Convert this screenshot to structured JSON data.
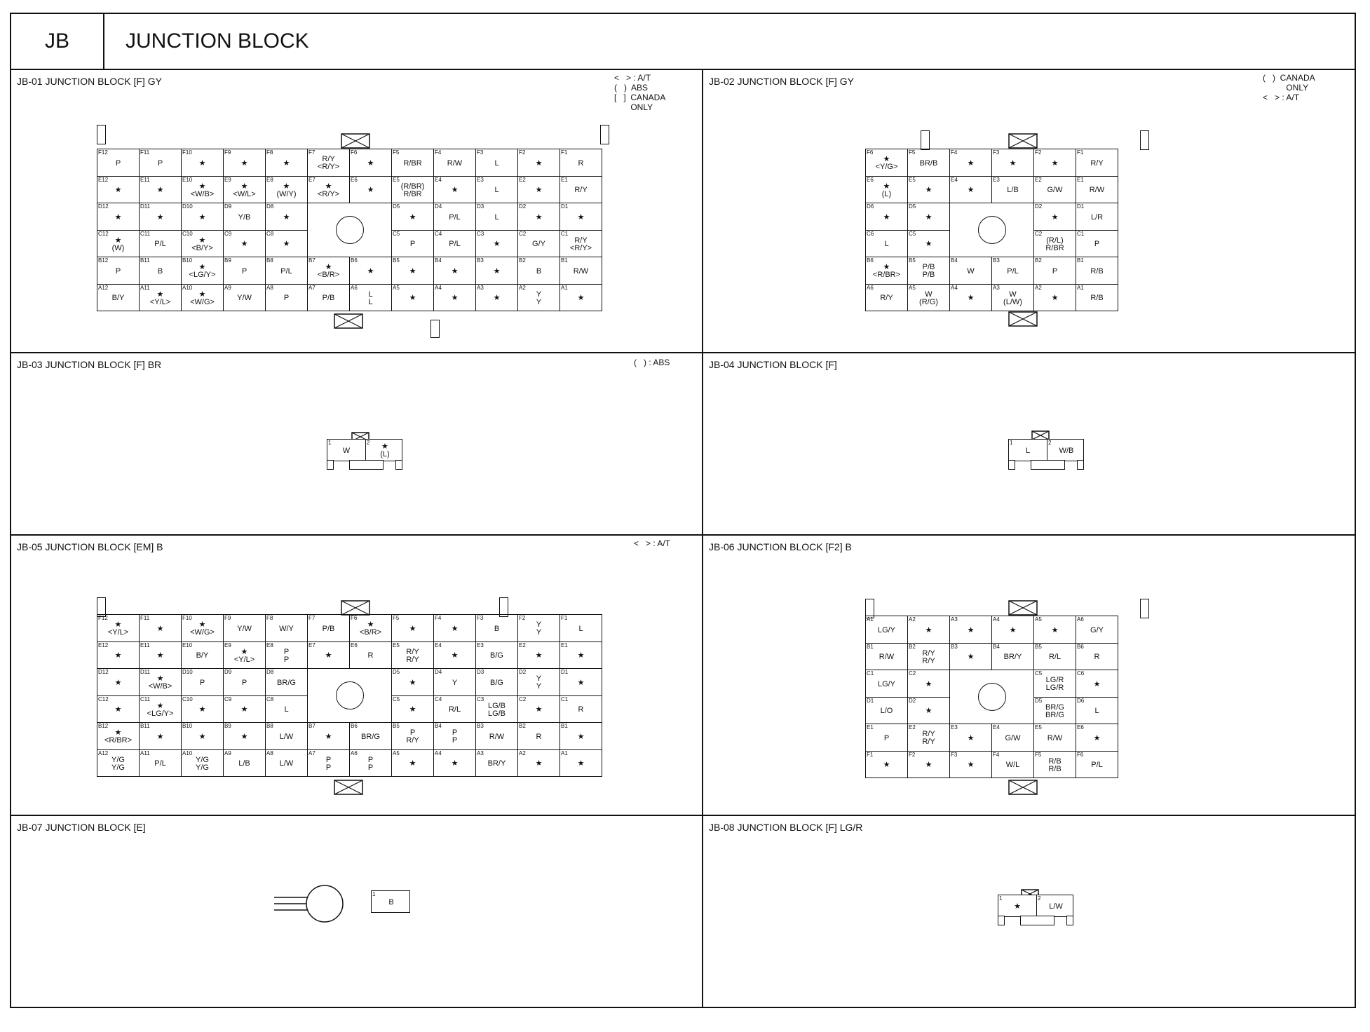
{
  "header": {
    "code": "JB",
    "title": "JUNCTION BLOCK"
  },
  "panels": [
    {
      "id": "jb01",
      "title": "JB-01 JUNCTION BLOCK [F] GY",
      "legend": "<   > : A/T\n(   )  ABS\n[   ]  CANADA\n       ONLY",
      "rows": [
        [
          [
            "F12",
            "P"
          ],
          [
            "F11",
            "P"
          ],
          [
            "F10",
            "★"
          ],
          [
            "F9",
            "★"
          ],
          [
            "F8",
            "★"
          ],
          [
            "F7",
            "R/Y\n<R/Y>"
          ],
          [
            "F6",
            "★"
          ],
          [
            "F5",
            "R/BR"
          ],
          [
            "F4",
            "R/W"
          ],
          [
            "F3",
            "L"
          ],
          [
            "F2",
            "★"
          ],
          [
            "F1",
            "R"
          ]
        ],
        [
          [
            "E12",
            "★"
          ],
          [
            "E11",
            "★"
          ],
          [
            "E10",
            "★\n<W/B>"
          ],
          [
            "E9",
            "★\n<W/L>"
          ],
          [
            "E8",
            "★\n(W/Y)"
          ],
          [
            "E7",
            "★\n<R/Y>"
          ],
          [
            "E6",
            "★"
          ],
          [
            "E5",
            "(R/BR)\nR/BR"
          ],
          [
            "E4",
            "★"
          ],
          [
            "E3",
            "L"
          ],
          [
            "E2",
            "★"
          ],
          [
            "E1",
            "R/Y"
          ]
        ],
        [
          [
            "D12",
            "★"
          ],
          [
            "D11",
            "★"
          ],
          [
            "D10",
            "★"
          ],
          [
            "D9",
            "Y/B"
          ],
          [
            "D8",
            "★"
          ],
          null,
          null,
          [
            "D5",
            "★"
          ],
          [
            "D4",
            "P/L"
          ],
          [
            "D3",
            "L"
          ],
          [
            "D2",
            "★"
          ],
          [
            "D1",
            "★"
          ]
        ],
        [
          [
            "C12",
            "★\n(W)"
          ],
          [
            "C11",
            "P/L"
          ],
          [
            "C10",
            "★\n<B/Y>"
          ],
          [
            "C9",
            "★"
          ],
          [
            "C8",
            "★"
          ],
          null,
          null,
          [
            "C5",
            "P"
          ],
          [
            "C4",
            "P/L"
          ],
          [
            "C3",
            "★"
          ],
          [
            "C2",
            "G/Y"
          ],
          [
            "C1",
            "R/Y\n<R/Y>"
          ]
        ],
        [
          [
            "B12",
            "P"
          ],
          [
            "B11",
            "B"
          ],
          [
            "B10",
            "★\n<LG/Y>"
          ],
          [
            "B9",
            "P"
          ],
          [
            "B8",
            "P/L"
          ],
          [
            "B7",
            "★\n<B/R>"
          ],
          [
            "B6",
            "★"
          ],
          [
            "B5",
            "★"
          ],
          [
            "B4",
            "★"
          ],
          [
            "B3",
            "★"
          ],
          [
            "B2",
            "B"
          ],
          [
            "B1",
            "R/W"
          ]
        ],
        [
          [
            "A12",
            "B/Y"
          ],
          [
            "A11",
            "★\n<Y/L>"
          ],
          [
            "A10",
            "★\n<W/G>"
          ],
          [
            "A9",
            "Y/W"
          ],
          [
            "A8",
            "P"
          ],
          [
            "A7",
            "P/B"
          ],
          [
            "A6",
            "L\nL"
          ],
          [
            "A5",
            "★"
          ],
          [
            "A4",
            "★"
          ],
          [
            "A3",
            "★"
          ],
          [
            "A2",
            "Y\nY"
          ],
          [
            "A1",
            "★"
          ]
        ]
      ]
    },
    {
      "id": "jb02",
      "title": "JB-02 JUNCTION BLOCK [F] GY",
      "legend": "(   )  CANADA\n          ONLY\n<   > : A/T",
      "rows": [
        [
          [
            "F6",
            "★\n<Y/G>"
          ],
          [
            "F5",
            "BR/B"
          ],
          [
            "F4",
            "★"
          ],
          [
            "F3",
            "★"
          ],
          [
            "F2",
            "★"
          ],
          [
            "F1",
            "R/Y"
          ]
        ],
        [
          [
            "E6",
            "★\n(L)"
          ],
          [
            "E5",
            "★"
          ],
          [
            "E4",
            "★"
          ],
          [
            "E3",
            "L/B"
          ],
          [
            "E2",
            "G/W"
          ],
          [
            "E1",
            "R/W"
          ]
        ],
        [
          [
            "D6",
            "★"
          ],
          [
            "D5",
            "★"
          ],
          null,
          null,
          [
            "D2",
            "★"
          ],
          [
            "D1",
            "L/R"
          ]
        ],
        [
          [
            "C6",
            "L"
          ],
          [
            "C5",
            "★"
          ],
          null,
          null,
          [
            "C2",
            "(R/L)\nR/BR"
          ],
          [
            "C1",
            "P"
          ]
        ],
        [
          [
            "B6",
            "★\n<R/BR>"
          ],
          [
            "B5",
            "P/B\nP/B"
          ],
          [
            "B4",
            "W"
          ],
          [
            "B3",
            "P/L"
          ],
          [
            "B2",
            "P"
          ],
          [
            "B1",
            "R/B"
          ]
        ],
        [
          [
            "A6",
            "R/Y"
          ],
          [
            "A5",
            "W\n(R/G)"
          ],
          [
            "A4",
            "★"
          ],
          [
            "A3",
            "W\n(L/W)"
          ],
          [
            "A2",
            "★"
          ],
          [
            "A1",
            "R/B"
          ]
        ]
      ]
    },
    {
      "id": "jb03",
      "title": "JB-03 JUNCTION BLOCK [F] BR",
      "legend": "(   ) : ABS",
      "pins": [
        [
          "1",
          "W"
        ],
        [
          "2",
          "★\n(L)"
        ]
      ]
    },
    {
      "id": "jb04",
      "title": "JB-04 JUNCTION BLOCK [F]",
      "legend": "",
      "pins": [
        [
          "1",
          "L"
        ],
        [
          "2",
          "W/B"
        ]
      ]
    },
    {
      "id": "jb05",
      "title": "JB-05 JUNCTION BLOCK [EM] B",
      "legend": "<   > : A/T",
      "rows": [
        [
          [
            "F12",
            "★\n<Y/L>"
          ],
          [
            "F11",
            "★"
          ],
          [
            "F10",
            "★\n<W/G>"
          ],
          [
            "F9",
            "Y/W"
          ],
          [
            "F8",
            "W/Y"
          ],
          [
            "F7",
            "P/B"
          ],
          [
            "F6",
            "★\n<B/R>"
          ],
          [
            "F5",
            "★"
          ],
          [
            "F4",
            "★"
          ],
          [
            "F3",
            "B"
          ],
          [
            "F2",
            "Y\nY"
          ],
          [
            "F1",
            "L"
          ]
        ],
        [
          [
            "E12",
            "★"
          ],
          [
            "E11",
            "★"
          ],
          [
            "E10",
            "B/Y"
          ],
          [
            "E9",
            "★\n<Y/L>"
          ],
          [
            "E8",
            "P\nP"
          ],
          [
            "E7",
            "★"
          ],
          [
            "E6",
            "R"
          ],
          [
            "E5",
            "R/Y\nR/Y"
          ],
          [
            "E4",
            "★"
          ],
          [
            "E3",
            "B/G"
          ],
          [
            "E2",
            "★"
          ],
          [
            "E1",
            "★"
          ]
        ],
        [
          [
            "D12",
            "★"
          ],
          [
            "D11",
            "★\n<W/B>"
          ],
          [
            "D10",
            "P"
          ],
          [
            "D9",
            "P"
          ],
          [
            "D8",
            "BR/G"
          ],
          null,
          null,
          [
            "D5",
            "★"
          ],
          [
            "D4",
            "Y"
          ],
          [
            "D3",
            "B/G"
          ],
          [
            "D2",
            "Y\nY"
          ],
          [
            "D1",
            "★"
          ]
        ],
        [
          [
            "C12",
            "★"
          ],
          [
            "C11",
            "★\n<LG/Y>"
          ],
          [
            "C10",
            "★"
          ],
          [
            "C9",
            "★"
          ],
          [
            "C8",
            "L"
          ],
          null,
          null,
          [
            "C5",
            "★"
          ],
          [
            "C4",
            "R/L"
          ],
          [
            "C3",
            "LG/B\nLG/B"
          ],
          [
            "C2",
            "★"
          ],
          [
            "C1",
            "R"
          ]
        ],
        [
          [
            "B12",
            "★\n<R/BR>"
          ],
          [
            "B11",
            "★"
          ],
          [
            "B10",
            "★"
          ],
          [
            "B9",
            "★"
          ],
          [
            "B8",
            "L/W"
          ],
          [
            "B7",
            "★"
          ],
          [
            "B6",
            "BR/G"
          ],
          [
            "B5",
            "P\nR/Y"
          ],
          [
            "B4",
            "P\nP"
          ],
          [
            "B3",
            "R/W"
          ],
          [
            "B2",
            "R"
          ],
          [
            "B1",
            "★"
          ]
        ],
        [
          [
            "A12",
            "Y/G\nY/G"
          ],
          [
            "A11",
            "P/L"
          ],
          [
            "A10",
            "Y/G\nY/G"
          ],
          [
            "A9",
            "L/B"
          ],
          [
            "A8",
            "L/W"
          ],
          [
            "A7",
            "P\nP"
          ],
          [
            "A6",
            "P\nP"
          ],
          [
            "A5",
            "★"
          ],
          [
            "A4",
            "★"
          ],
          [
            "A3",
            "BR/Y"
          ],
          [
            "A2",
            "★"
          ],
          [
            "A1",
            "★"
          ]
        ]
      ]
    },
    {
      "id": "jb06",
      "title": "JB-06 JUNCTION BLOCK [F2] B",
      "legend": "",
      "rows": [
        [
          [
            "A1",
            "LG/Y"
          ],
          [
            "A2",
            "★"
          ],
          [
            "A3",
            "★"
          ],
          [
            "A4",
            "★"
          ],
          [
            "A5",
            "★"
          ],
          [
            "A6",
            "G/Y"
          ]
        ],
        [
          [
            "B1",
            "R/W"
          ],
          [
            "B2",
            "R/Y\nR/Y"
          ],
          [
            "B3",
            "★"
          ],
          [
            "B4",
            "BR/Y"
          ],
          [
            "B5",
            "R/L"
          ],
          [
            "B6",
            "R"
          ]
        ],
        [
          [
            "C1",
            "LG/Y"
          ],
          [
            "C2",
            "★"
          ],
          null,
          null,
          [
            "C5",
            "LG/R\nLG/R"
          ],
          [
            "C6",
            "★"
          ]
        ],
        [
          [
            "D1",
            "L/O"
          ],
          [
            "D2",
            "★"
          ],
          null,
          null,
          [
            "D5",
            "BR/G\nBR/G"
          ],
          [
            "D6",
            "L"
          ]
        ],
        [
          [
            "E1",
            "P"
          ],
          [
            "E2",
            "R/Y\nR/Y"
          ],
          [
            "E3",
            "★"
          ],
          [
            "E4",
            "G/W"
          ],
          [
            "E5",
            "R/W"
          ],
          [
            "E6",
            "★"
          ]
        ],
        [
          [
            "F1",
            "★"
          ],
          [
            "F2",
            "★"
          ],
          [
            "F3",
            "★"
          ],
          [
            "F4",
            "W/L"
          ],
          [
            "F5",
            "R/B\nR/B"
          ],
          [
            "F6",
            "P/L"
          ]
        ]
      ]
    },
    {
      "id": "jb07",
      "title": "JB-07 JUNCTION BLOCK [E]",
      "legend": "",
      "pins": [
        [
          "1",
          "B"
        ]
      ]
    },
    {
      "id": "jb08",
      "title": "JB-08 JUNCTION BLOCK [F] LG/R",
      "legend": "",
      "pins": [
        [
          "1",
          "★"
        ],
        [
          "2",
          "L/W"
        ]
      ]
    }
  ]
}
